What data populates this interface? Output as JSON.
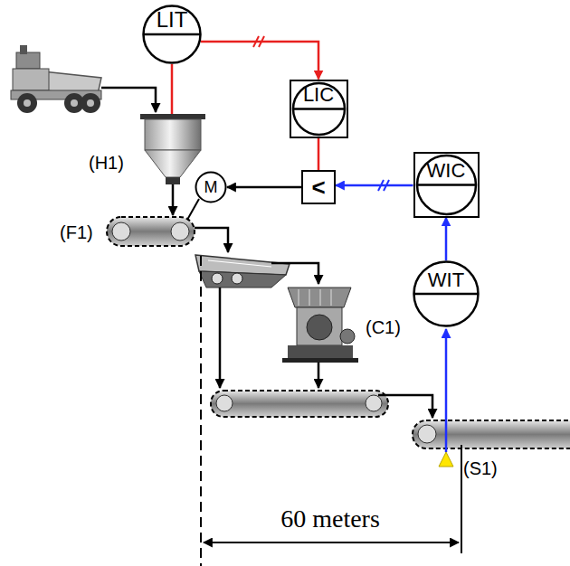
{
  "diagram": {
    "nodes": [
      {
        "text": [
          "LIT"
        ]
      },
      {
        "text": [
          "LIC"
        ]
      },
      {
        "text": [
          "M"
        ]
      },
      {
        "text": [
          "<"
        ]
      },
      {
        "text": [
          "WIC"
        ]
      },
      {
        "text": [
          "WIT"
        ]
      }
    ],
    "edges": [
      {
        "from": 0,
        "to": 1,
        "arrow": "to"
      },
      {
        "from": 1,
        "to": 3,
        "arrow": "none"
      },
      {
        "from": 4,
        "to": 3,
        "arrow": "to"
      },
      {
        "from": 3,
        "to": 2,
        "arrow": "to"
      },
      {
        "from": 5,
        "to": 4,
        "arrow": "to"
      }
    ],
    "labels": [
      "(H1)",
      "(F1)",
      "(C1)",
      "60 meters",
      "(S1)"
    ]
  }
}
